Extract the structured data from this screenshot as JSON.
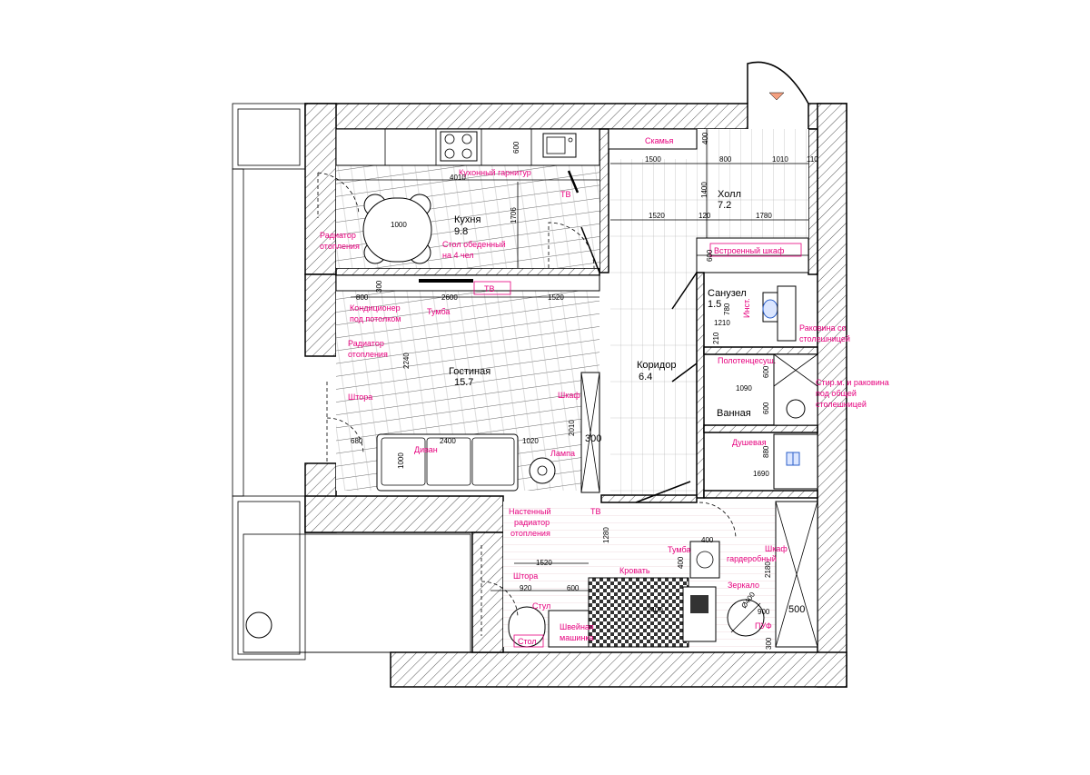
{
  "rooms": {
    "hall": {
      "name": "Холл",
      "area": "7.2"
    },
    "kitchen": {
      "name": "Кухня",
      "area": "9.8"
    },
    "living": {
      "name": "Гостиная",
      "area": "15.7"
    },
    "corridor": {
      "name": "Коридор",
      "area": "6.4"
    },
    "wc": {
      "name": "Санузел",
      "area": "1.5"
    },
    "bath": {
      "name": "Ванная",
      "area": ""
    }
  },
  "labels": {
    "bench": "Скамья",
    "kitchen_set": "Кухонный гарнитур",
    "tv": "ТВ",
    "radiator1": "Радиатор",
    "radiator1b": "отопления",
    "dining1": "Стол обеденный",
    "dining2": "на 4 чел",
    "builtin_wardrobe": "Встроенный шкаф",
    "conditioner1": "Кондиционер",
    "conditioner2": "под потолком",
    "tumba": "Тумба",
    "radiator2": "Радиатор",
    "radiator2b": "отопления",
    "curtain": "Штора",
    "wardrobe": "Шкаф",
    "sofa": "Диван",
    "lamp": "Лампа",
    "sink_counter1": "Раковина со",
    "sink_counter2": "столешницей",
    "towel": "Полотенцесуш.",
    "washer1": "Стир.м. и раковина",
    "washer2": "под общей",
    "washer3": "столешницей",
    "shower": "Душевая",
    "inst": "Инст.",
    "wall_radiator1": "Настенный",
    "wall_radiator2": "радиатор",
    "wall_radiator3": "отопления",
    "tv2": "ТВ",
    "curtain2": "Штора",
    "bed": "Кровать",
    "tumba2": "Тумба",
    "closet1": "Шкаф",
    "closet2": "гардеробный",
    "mirror": "Зеркало",
    "chair": "Стул",
    "pouf": "ПУФ",
    "table": "Стол",
    "sewing1": "Швейная",
    "sewing2": "машинка"
  },
  "dims": {
    "d4010": "4010",
    "d600a": "600",
    "d1706": "1706",
    "d1000a": "1000",
    "d1500": "1500",
    "d800a": "800",
    "d1010": "1010",
    "d110": "110",
    "d400a": "400",
    "d1400": "1400",
    "d1520a": "1520",
    "d120": "120",
    "d1780": "1780",
    "d600b": "600",
    "d300a": "300",
    "d800b": "800",
    "d2600": "2600",
    "d1520b": "1520",
    "d2240": "2240",
    "d780": "780",
    "d1210": "1210",
    "d210": "210",
    "d600c": "600",
    "d1090": "1090",
    "d600d": "600",
    "d880": "880",
    "d1690": "1690",
    "d680": "680",
    "d2400a": "2400",
    "d1020": "1020",
    "d1000b": "1000",
    "d2010": "2010",
    "d300b": "300",
    "d1280": "1280",
    "d1520c": "1520",
    "d920": "920",
    "d600e": "600",
    "d400b": "400",
    "d400c": "400",
    "d2400b": "2400",
    "d2180": "2180",
    "d400d": "Ø400",
    "d900": "900",
    "d500": "500",
    "d300c": "300"
  }
}
